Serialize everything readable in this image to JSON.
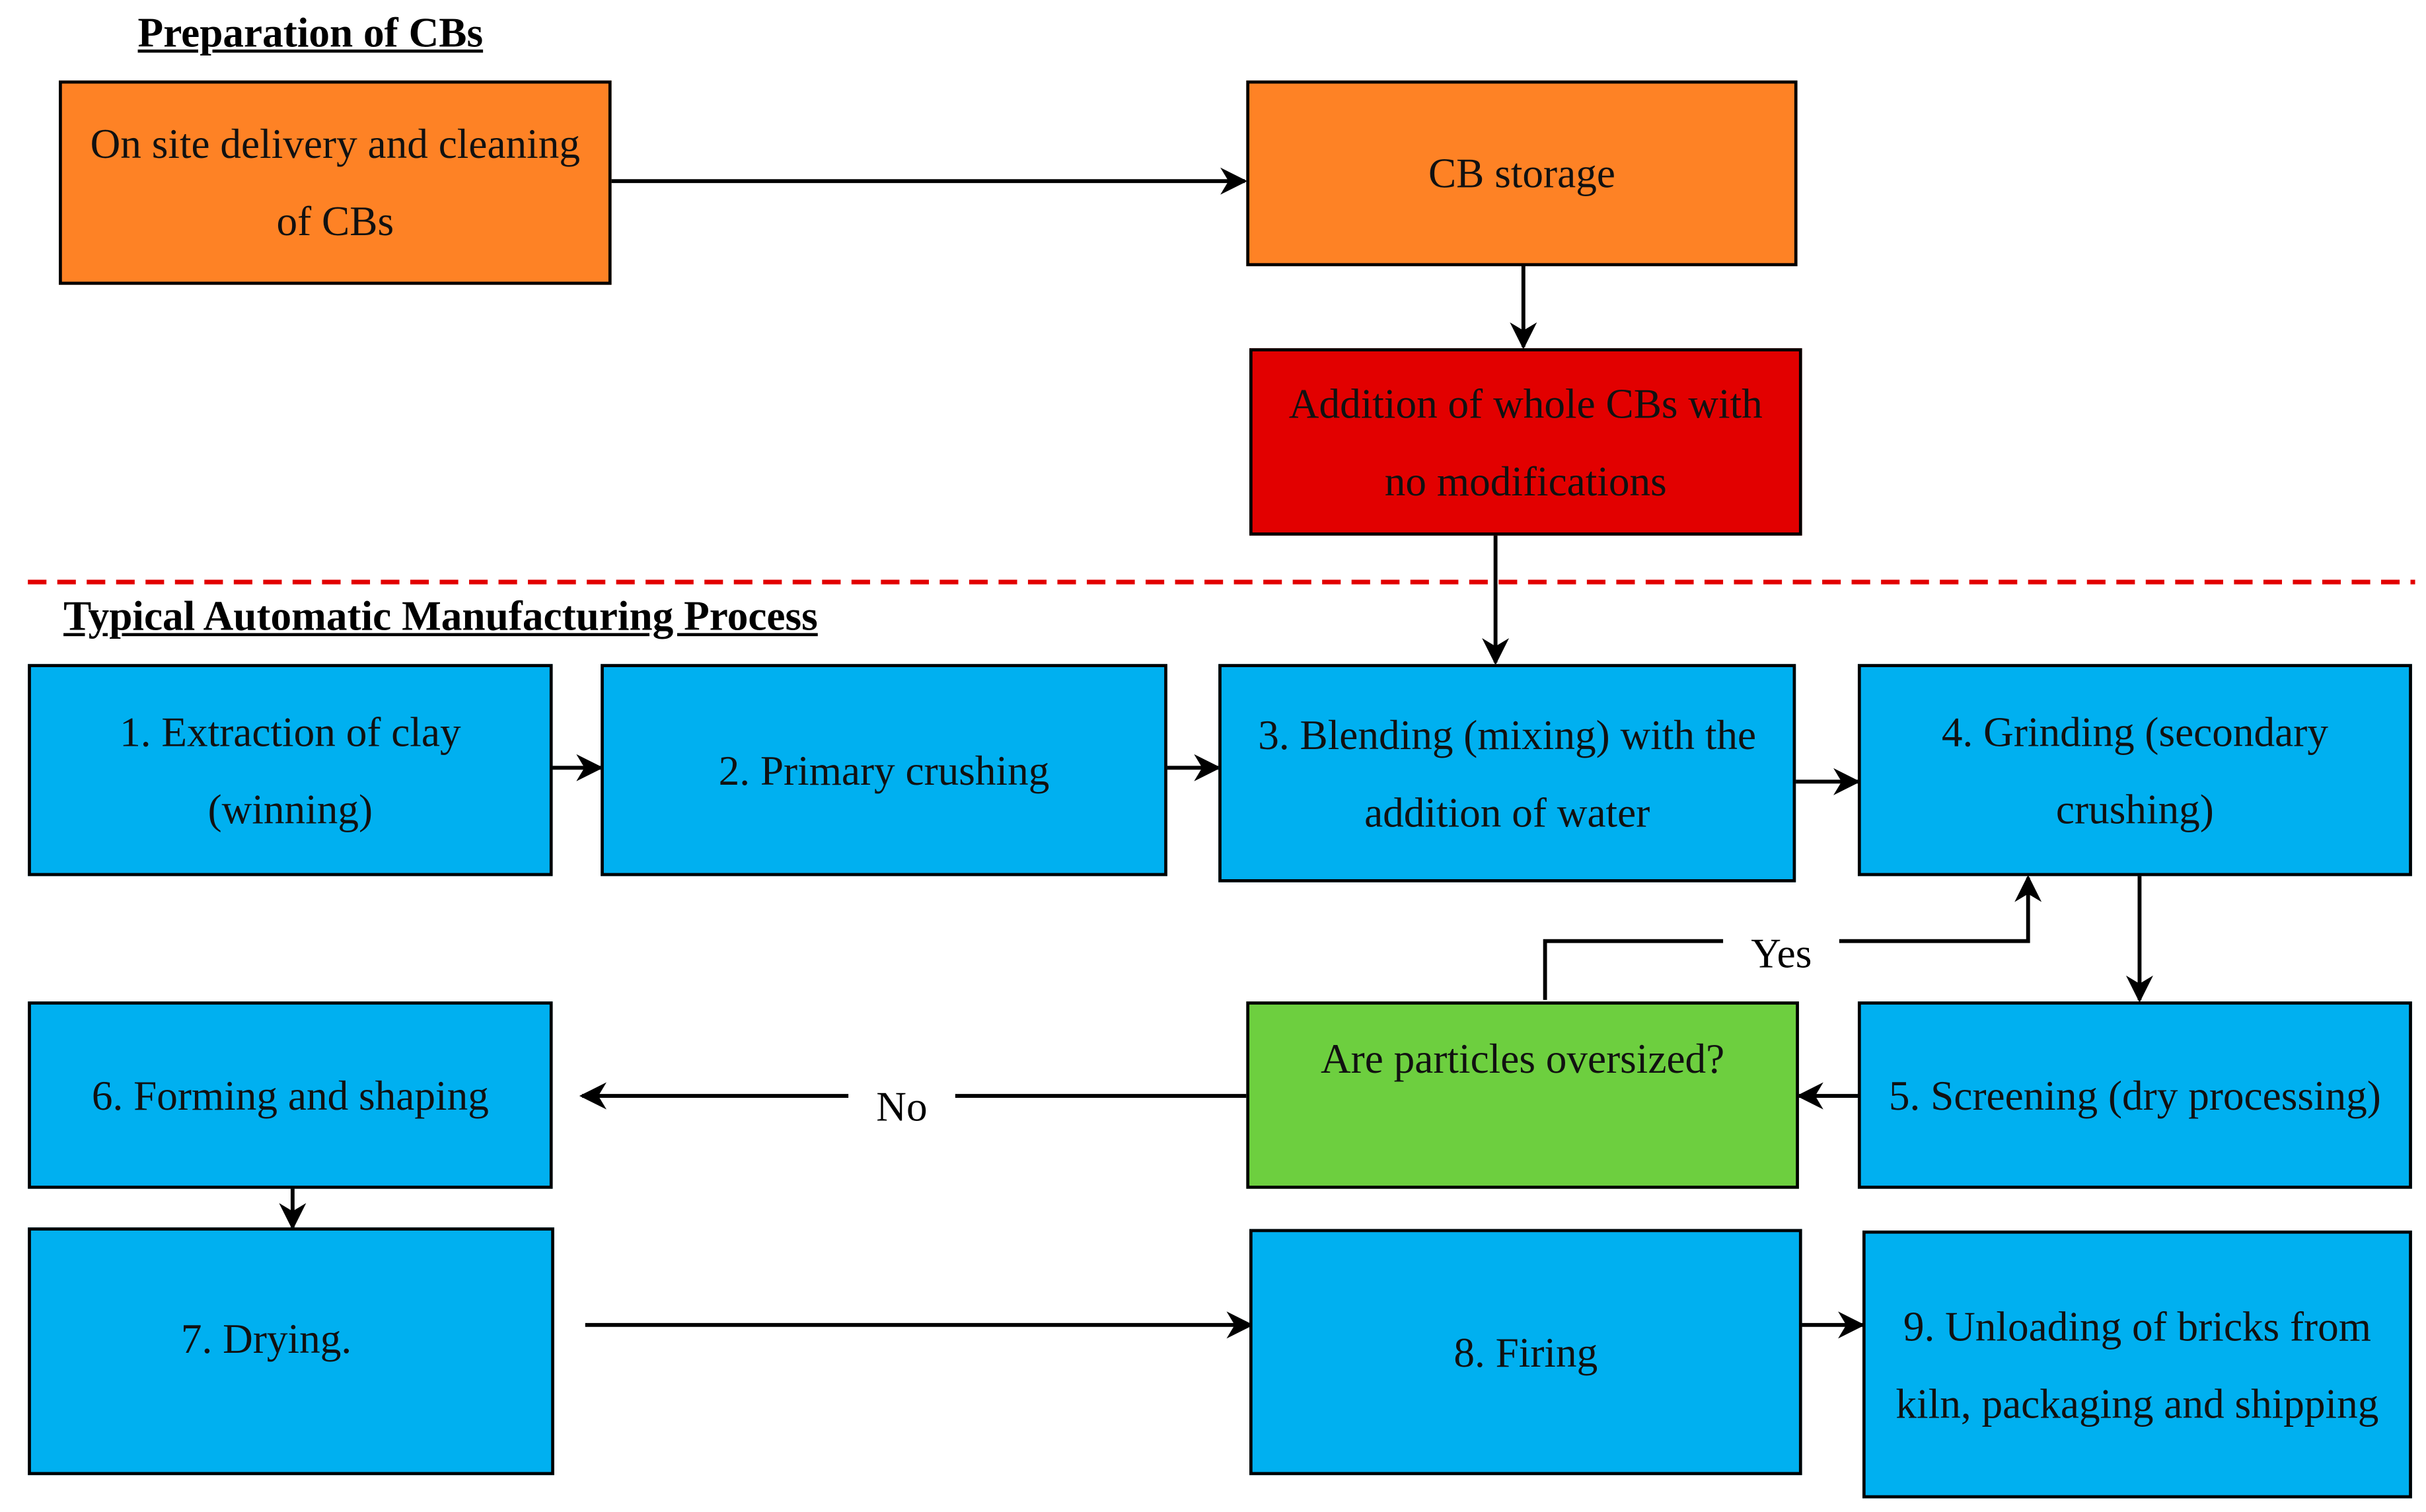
{
  "sections": {
    "preparation_title": "Preparation of CBs",
    "manufacturing_title": "Typical Automatic Manufacturing Process"
  },
  "boxes": {
    "delivery": "On site delivery and cleaning of CBs",
    "storage": "CB storage",
    "addition": "Addition of whole CBs with no modifications",
    "step1": "1. Extraction of clay (winning)",
    "step2": "2. Primary crushing",
    "step3": "3. Blending (mixing) with the addition of water",
    "step4": "4. Grinding (secondary crushing)",
    "decision": "Are particles oversized?",
    "step5": "5. Screening (dry processing)",
    "step6": "6. Forming and shaping",
    "step7": "7. Drying.",
    "step8": "8. Firing",
    "step9": "9. Unloading of bricks from kiln, packaging and shipping"
  },
  "labels": {
    "yes": "Yes",
    "no": "No"
  },
  "colors": {
    "process": "#00b0f0",
    "preparation": "#fe8225",
    "addition": "#e20000",
    "decision": "#6dcf3f",
    "separator": "#e20000"
  }
}
